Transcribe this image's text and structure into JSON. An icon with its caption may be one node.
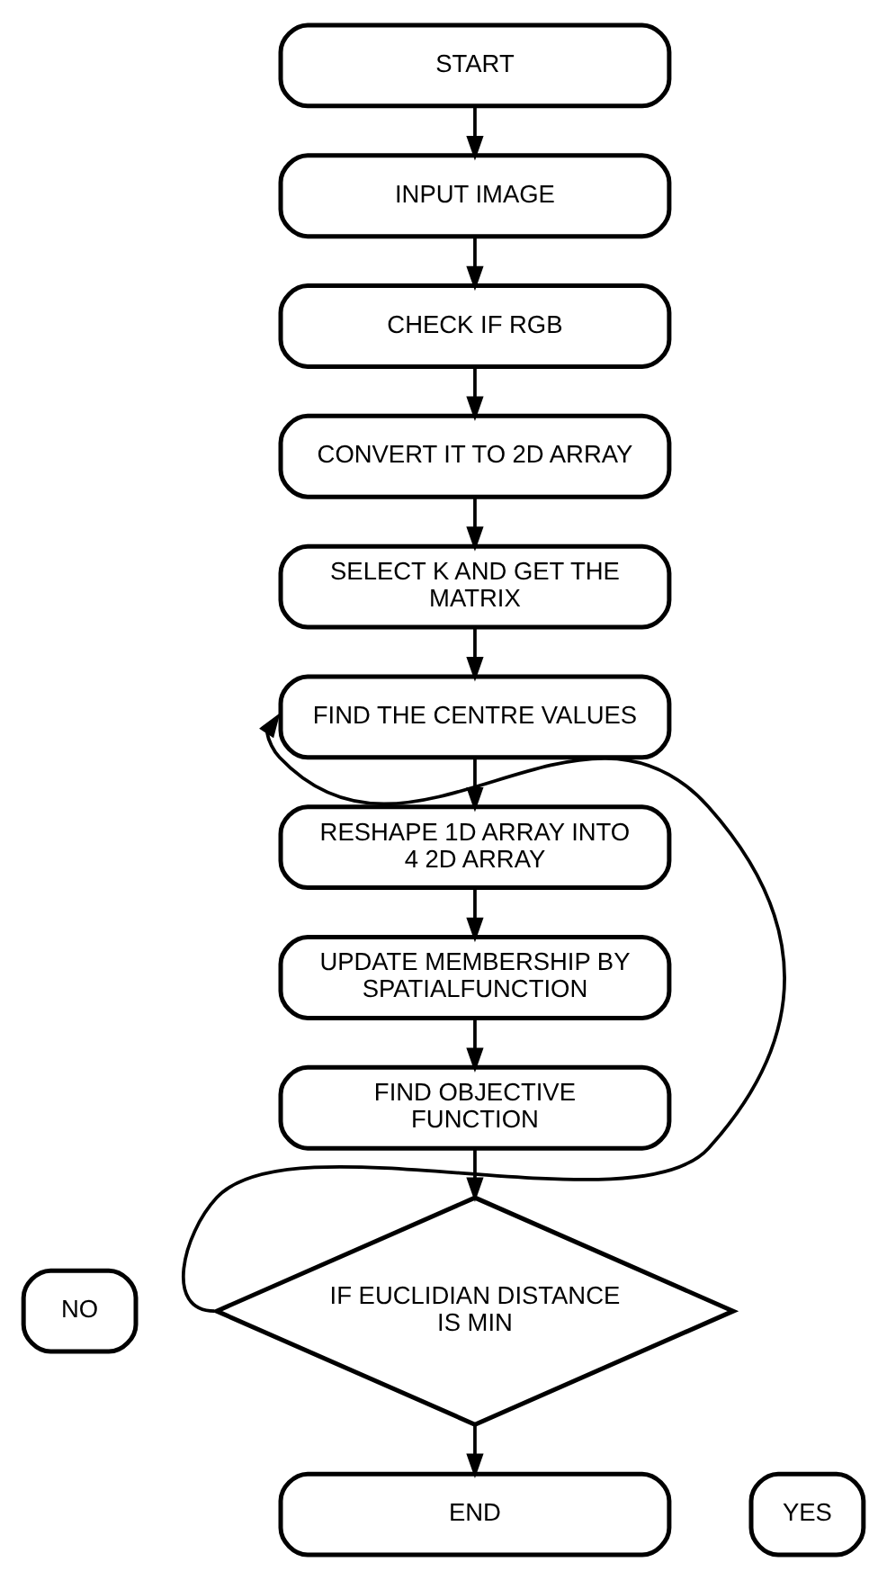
{
  "diagram": {
    "nodes": [
      {
        "text": [
          "START"
        ]
      },
      {
        "text": [
          "INPUT IMAGE"
        ]
      },
      {
        "text": [
          "CHECK IF RGB"
        ]
      },
      {
        "text": [
          "CONVERT IT TO 2D ARRAY"
        ]
      },
      {
        "text": [
          "SELECT K AND GET THE MATRIX"
        ]
      },
      {
        "text": [
          "FIND THE CENTRE VALUES"
        ]
      },
      {
        "text": [
          "RESHAPE 1D ARRAY INTO 4 2D ARRAY"
        ]
      },
      {
        "text": [
          "UPDATE MEMBERSHIP BY SPATIALFUNCTION"
        ]
      },
      {
        "text": [
          "FIND OBJECTIVE FUNCTION"
        ]
      },
      {
        "text": [
          "NO"
        ]
      },
      {
        "text": [
          "IF EUCLIDIAN DISTANCE IS MIN"
        ]
      },
      {
        "text": [
          "YES"
        ]
      },
      {
        "text": [
          "END"
        ]
      }
    ],
    "edges": [
      {
        "from": 0,
        "to": 1,
        "arrow": "to"
      },
      {
        "from": 1,
        "to": 2,
        "arrow": "to"
      },
      {
        "from": 2,
        "to": 3,
        "arrow": "to"
      },
      {
        "from": 3,
        "to": 4,
        "arrow": "to"
      },
      {
        "from": 4,
        "to": 5,
        "arrow": "to"
      },
      {
        "from": 5,
        "to": 6,
        "arrow": "to"
      },
      {
        "from": 6,
        "to": 7,
        "arrow": "to"
      },
      {
        "from": 7,
        "to": 8,
        "arrow": "to"
      },
      {
        "from": 8,
        "to": 10,
        "arrow": "to"
      },
      {
        "from": 10,
        "to": 5,
        "arrow": "to"
      },
      {
        "from": 10,
        "to": 12,
        "arrow": "to"
      }
    ]
  }
}
